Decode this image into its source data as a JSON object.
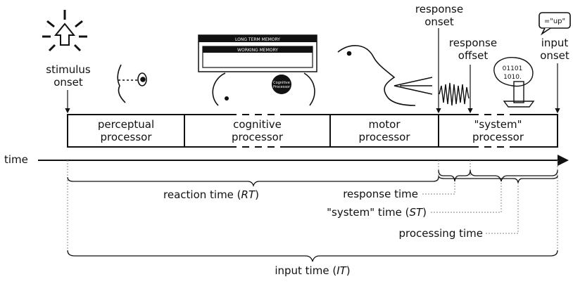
{
  "top_labels": {
    "stimulus_onset": [
      "stimulus",
      "onset"
    ],
    "response_onset": [
      "response",
      "onset"
    ],
    "response_offset": [
      "response",
      "offset"
    ],
    "input_onset": [
      "input",
      "onset"
    ]
  },
  "speech_bubble": "=\"up\"",
  "binary_display": [
    "01101",
    "1010."
  ],
  "memory_box": {
    "long_term": "LONG TERM MEMORY",
    "working": "WORKING MEMORY",
    "processor_label": [
      "Cognitive",
      "Processor"
    ]
  },
  "processors": [
    {
      "line1": "perceptual",
      "line2": "processor"
    },
    {
      "line1": "cognitive",
      "line2": "processor"
    },
    {
      "line1": "motor",
      "line2": "processor"
    },
    {
      "line1": "\"system\"",
      "line2": "processor"
    }
  ],
  "axis_label": "time",
  "intervals": {
    "reaction_time": {
      "text": "reaction time (",
      "abbr": "RT",
      "close": ")"
    },
    "response_time": "response time",
    "system_time": {
      "text": "\"system\" time (",
      "abbr": "ST",
      "close": ")"
    },
    "processing_time": "processing time",
    "input_time": {
      "text": "input time (",
      "abbr": "IT",
      "close": ")"
    }
  }
}
